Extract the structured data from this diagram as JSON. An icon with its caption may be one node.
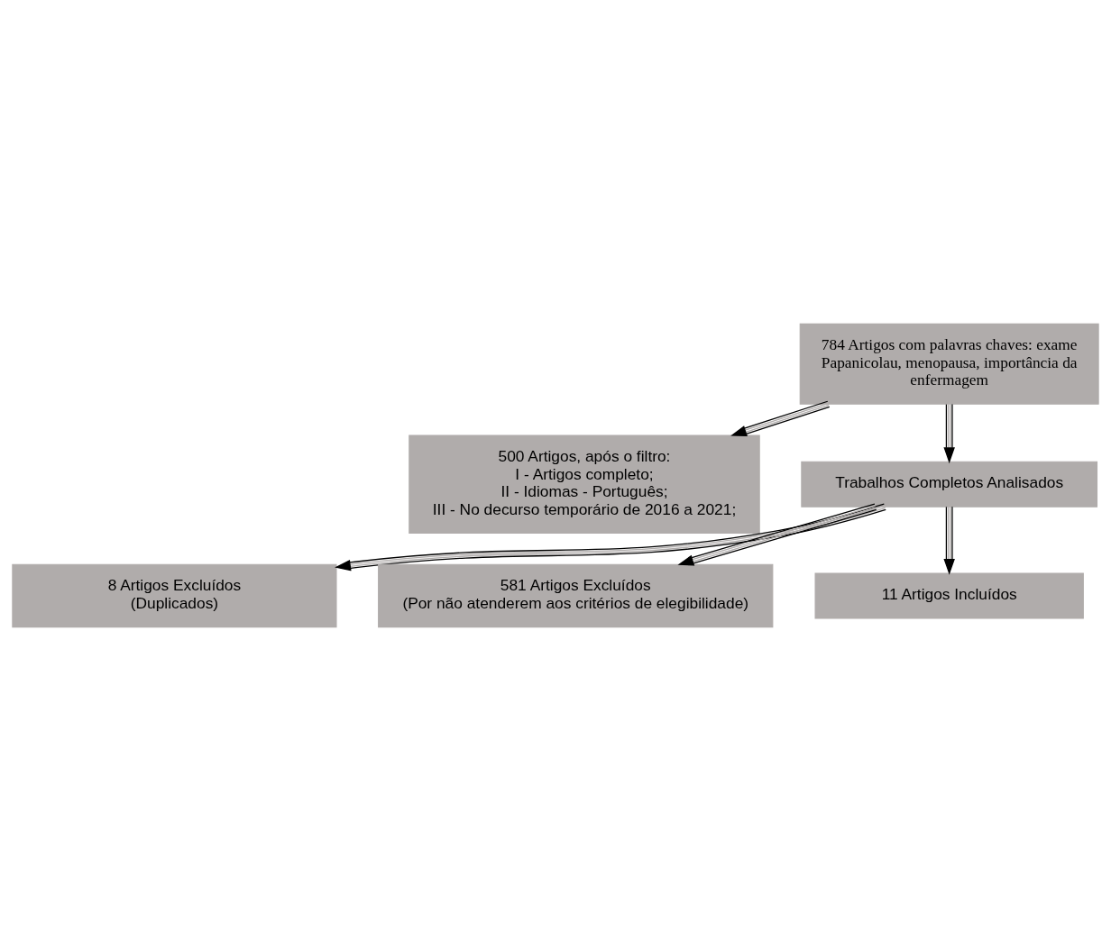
{
  "diagram": {
    "nodes": [
      {
        "text": [
          "784 Artigos com palavras chaves: exame Papanicolau, menopausa, importância da enfermagem"
        ]
      },
      {
        "text": [
          "500 Artigos, após o filtro:",
          "I - Artigos completo;",
          "II - Idiomas - Português;",
          "III - No decurso temporário de 2016 a 2021;"
        ]
      },
      {
        "text": [
          "Trabalhos Completos Analisados"
        ]
      },
      {
        "text": [
          "8 Artigos Excluídos",
          "(Duplicados)"
        ]
      },
      {
        "text": [
          "581 Artigos Excluídos",
          "(Por não atenderem aos critérios de elegibilidade)"
        ]
      },
      {
        "text": [
          "11 Artigos Incluídos"
        ]
      }
    ],
    "edges": [
      {
        "from": 0,
        "to": 1,
        "arrow": "to"
      },
      {
        "from": 0,
        "to": 2,
        "arrow": "to"
      },
      {
        "from": 2,
        "to": 3,
        "arrow": "to"
      },
      {
        "from": 2,
        "to": 4,
        "arrow": "to"
      },
      {
        "from": 2,
        "to": 5,
        "arrow": "to"
      }
    ]
  }
}
